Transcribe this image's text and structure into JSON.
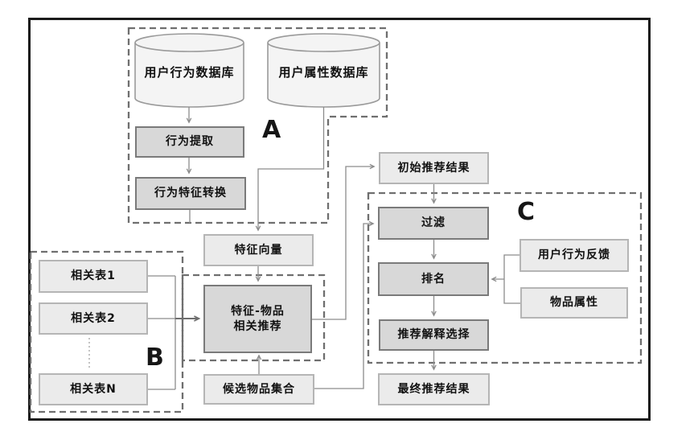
{
  "figure": {
    "type": "flowchart",
    "groups": {
      "a": "A",
      "b": "B",
      "c": "C"
    },
    "nodes": {
      "user_behavior_db": "用户行为数据库",
      "user_attribute_db": "用户属性数据库",
      "behavior_extraction": "行为提取",
      "behavior_feature_transform": "行为特征转换",
      "feature_vector": "特征向量",
      "related_table_1": "相关表1",
      "related_table_2": "相关表2",
      "related_table_n": "相关表N",
      "feature_item_line1": "特征-物品",
      "feature_item_line2": "相关推荐",
      "initial_recommend_results": "初始推荐结果",
      "filter": "过滤",
      "ranking": "排名",
      "recommend_explanation_selection": "推荐解释选择",
      "user_behavior_feedback": "用户行为反馈",
      "item_attributes": "物品属性",
      "candidate_item_set": "候选物品集合",
      "final_recommend_results": "最终推荐结果"
    },
    "colors": {
      "process_box_fill": "#d8d8d8",
      "process_box_border": "#7a7a7a",
      "data_box_fill": "#ebebeb",
      "data_box_border": "#b5b5b5",
      "dashed_group_border": "#6f6f6f",
      "connector": "#8c8c8c",
      "frame": "#1b1b1b"
    }
  }
}
